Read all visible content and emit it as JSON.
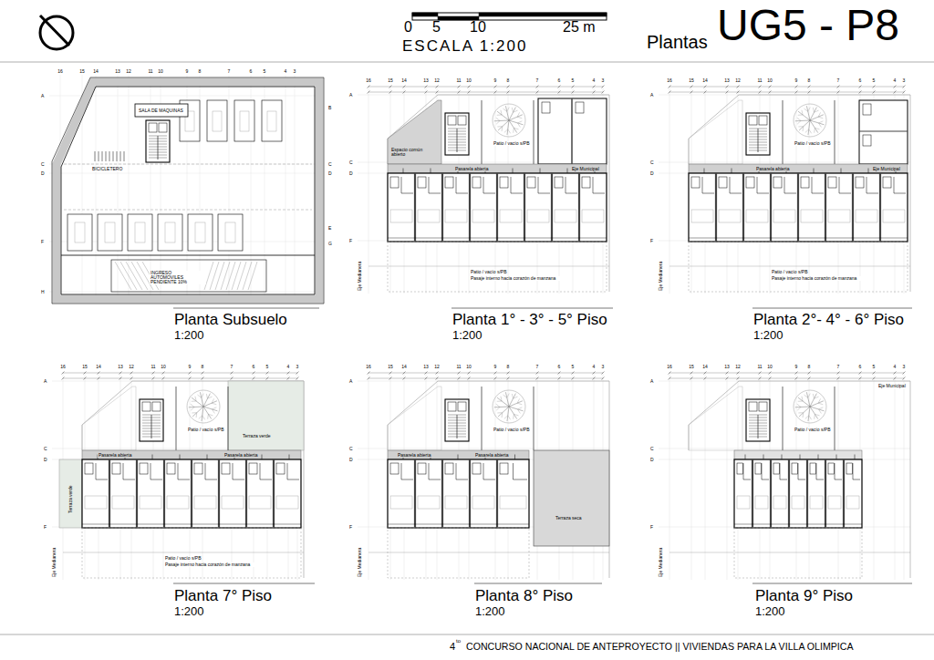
{
  "diagram": {
    "title": "UG5 - P8",
    "caption": "CONCURSO NACIONAL DE ANTEPROYECTO || VIVIENDAS PARA LA VILLA OLIMPICA",
    "nodes": [
      {
        "text": [
          "Planta Subsuelo",
          "1:200"
        ]
      },
      {
        "text": [
          "Planta 1° - 3° - 5° Piso",
          "1:200"
        ]
      },
      {
        "text": [
          "Planta 2°- 4° - 6° Piso",
          "1:200"
        ]
      },
      {
        "text": [
          "Planta 7° Piso",
          "1:200"
        ]
      },
      {
        "text": [
          "Planta 8° Piso",
          "1:200"
        ]
      },
      {
        "text": [
          "Planta 9° Piso",
          "1:200"
        ]
      }
    ],
    "labels": [
      "Plantas",
      "0",
      "5",
      "10",
      "25 m",
      "ESCALA 1:200",
      "4",
      "to",
      "16",
      "15",
      "14",
      "13",
      "12",
      "11",
      "10",
      "9",
      "8",
      "7",
      "6",
      "5",
      "4",
      "3",
      "A",
      "C",
      "D",
      "F",
      "H",
      "B",
      "C",
      "D",
      "E",
      "G",
      "SALA DE MAQUINAS",
      "BICICLETERO",
      "INGRESO AUTOMOVILES PENDIENTE 10%",
      "16",
      "15",
      "14",
      "13",
      "12",
      "11",
      "10",
      "9",
      "8",
      "7",
      "6",
      "5",
      "4",
      "3",
      "A",
      "C",
      "D",
      "F",
      "Espacio común abierto",
      "Patio / vacío s/PB",
      "Pasarela abierta",
      "Eje Municipal",
      "Patio / vacío s/PB",
      "Pasaje interno hacia corazón de manzana",
      "Eje Medianera",
      "16",
      "15",
      "14",
      "13",
      "12",
      "11",
      "10",
      "9",
      "8",
      "7",
      "6",
      "5",
      "4",
      "3",
      "A",
      "C",
      "D",
      "F",
      "Patio / vacío s/PB",
      "Pasarela abierta",
      "Eje Municipal",
      "Patio / vacío s/PB",
      "Pasaje interno hacia corazón de manzana",
      "Eje Medianera",
      "16",
      "15",
      "14",
      "13",
      "12",
      "11",
      "10",
      "9",
      "8",
      "7",
      "6",
      "5",
      "4",
      "3",
      "A",
      "C",
      "D",
      "F",
      "Patio / vacío s/PB",
      "Terraza verde",
      "Pasarela abierta",
      "Pasarela abierta",
      "Terraza verde",
      "Patio / vacío s/PB",
      "Pasaje interno hacia corazón de manzana",
      "Eje Medianera",
      "16",
      "15",
      "14",
      "13",
      "12",
      "11",
      "10",
      "9",
      "8",
      "7",
      "6",
      "5",
      "4",
      "3",
      "A",
      "C",
      "D",
      "F",
      "Patio / vacío s/PB",
      "Pasarela abierta",
      "Pasarela abierta",
      "Terraza seca",
      "Eje Medianera",
      "16",
      "15",
      "14",
      "13",
      "12",
      "11",
      "10",
      "9",
      "8",
      "7",
      "6",
      "5",
      "4",
      "3",
      "A",
      "C",
      "D",
      "F",
      "Patio / vacío s/PB",
      "Eje Municipal",
      "Eje Medianera"
    ]
  }
}
